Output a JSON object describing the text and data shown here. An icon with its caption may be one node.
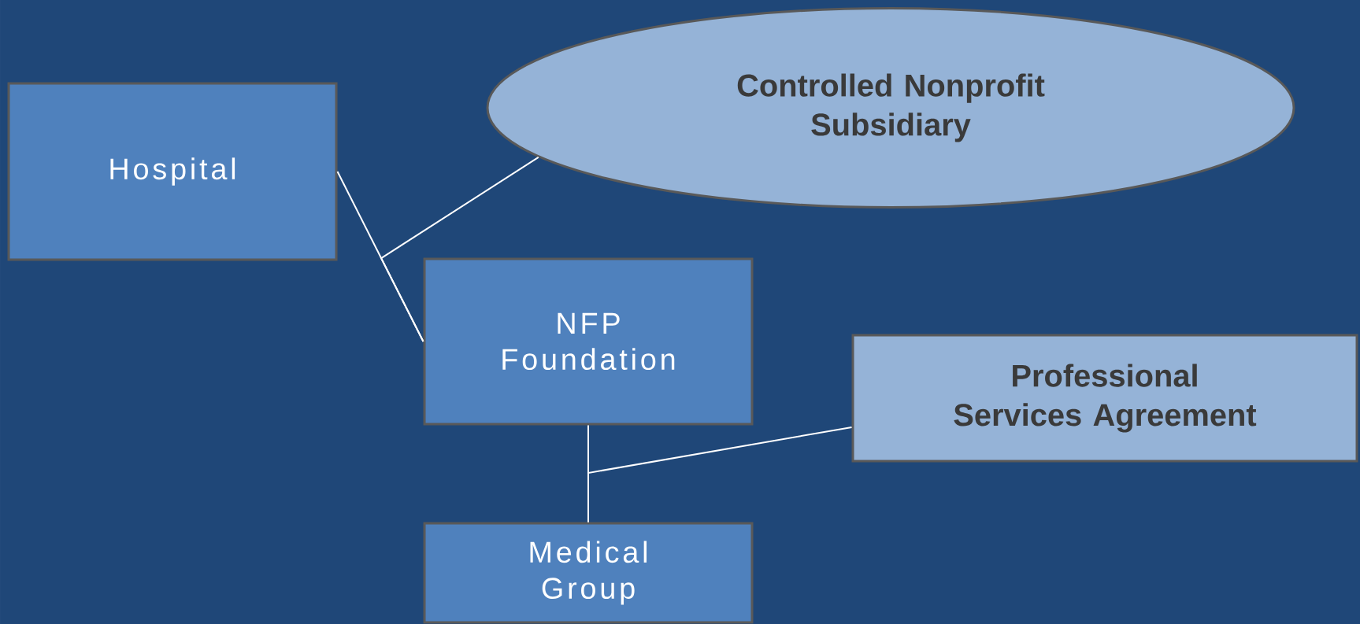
{
  "diagram": {
    "nodes": [
      {
        "text": [
          "Hospital"
        ]
      },
      {
        "text": [
          "Controlled Nonprofit Subsidiary"
        ]
      },
      {
        "text": [
          "NFP Foundation"
        ]
      },
      {
        "text": [
          "Professional Services Agreement"
        ]
      },
      {
        "text": [
          "Medical Group"
        ]
      }
    ],
    "edges": [
      {
        "from": 0,
        "to": 2,
        "arrow": "none"
      },
      {
        "from": 1,
        "to": 2,
        "arrow": "none"
      },
      {
        "from": 2,
        "to": 4,
        "arrow": "none"
      },
      {
        "from": 3,
        "to": 4,
        "arrow": "none"
      }
    ]
  }
}
